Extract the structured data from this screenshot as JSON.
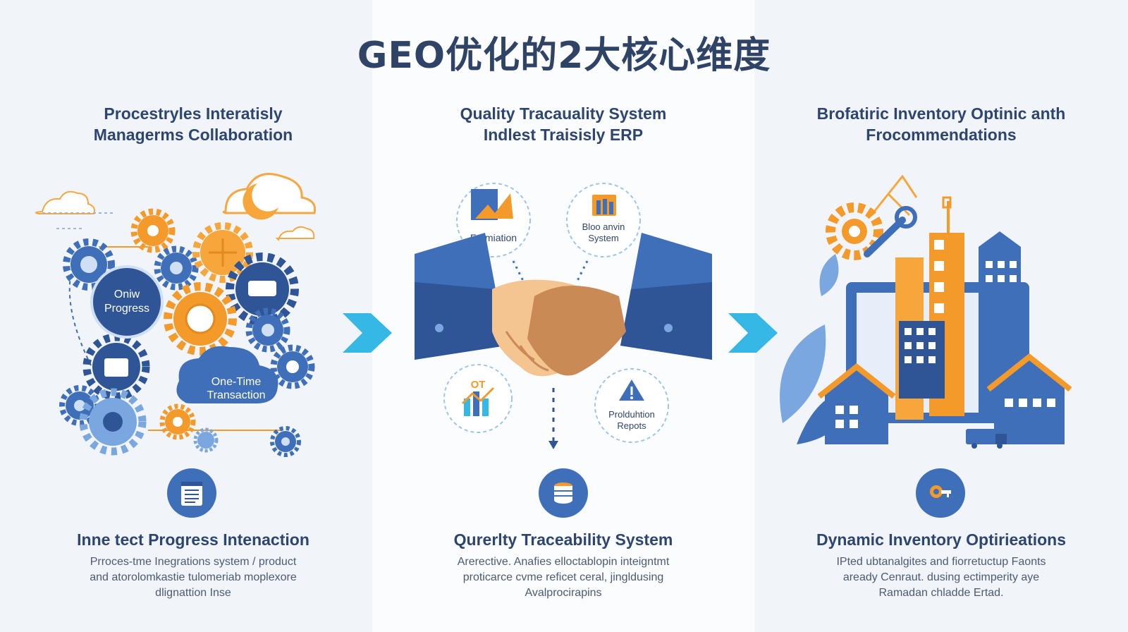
{
  "title": "GEO优化的2大核心维度",
  "columns": [
    {
      "heading": [
        "Procestryles Interatisly",
        "Managerms Collaboration"
      ],
      "illustration_labels": {
        "badge_a": [
          "Oniw",
          "Progress"
        ],
        "badge_b": [
          "One-Time",
          "Transaction"
        ]
      },
      "bottom_icon": "document-icon",
      "subtitle": "Inne tect Progress Intenaction",
      "description": [
        "Prroces-tme Inegrations system / product",
        "and atorolomkastie tulomeriab moplexore",
        "dlignattion Inse"
      ]
    },
    {
      "heading": [
        "Quality Tracauality System",
        "Indlest Traisisly ERP"
      ],
      "illustration_labels": {
        "formation": "Formiation",
        "blockchain": [
          "Bloo anvin",
          "System"
        ],
        "ot": "OT",
        "production": [
          "Prolduhtion",
          "Repots"
        ]
      },
      "bottom_icon": "database-icon",
      "subtitle": "Qurerlty Traceability System",
      "description": [
        "Arerective. Anafies elloctablopin inteigntmt",
        "proticarce cvme reficet ceral, jingldusing",
        "Avalprocirapins"
      ]
    },
    {
      "heading": [
        "Brofatiric Inventory Optinic anth",
        "Frocommendations"
      ],
      "bottom_icon": "key-icon",
      "subtitle": "Dynamic Inventory Optirieations",
      "description": [
        "IPted ubtanalgites and fiorretuctup Faonts",
        "aready Cenraut. dusing ectimperity aye",
        "Ramadan chladde Ertad."
      ]
    }
  ],
  "colors": {
    "title": "#2f4366",
    "heading": "#2d4570",
    "blue_dark": "#2f5597",
    "blue": "#3f6fb8",
    "blue_light": "#7aa7e0",
    "orange": "#f39a2b",
    "cyan_arrow": "#36b8e6",
    "skin_light": "#f4c590",
    "skin_dark": "#c98a55"
  },
  "arrows": [
    "chevron-right-arrow",
    "chevron-right-arrow"
  ]
}
